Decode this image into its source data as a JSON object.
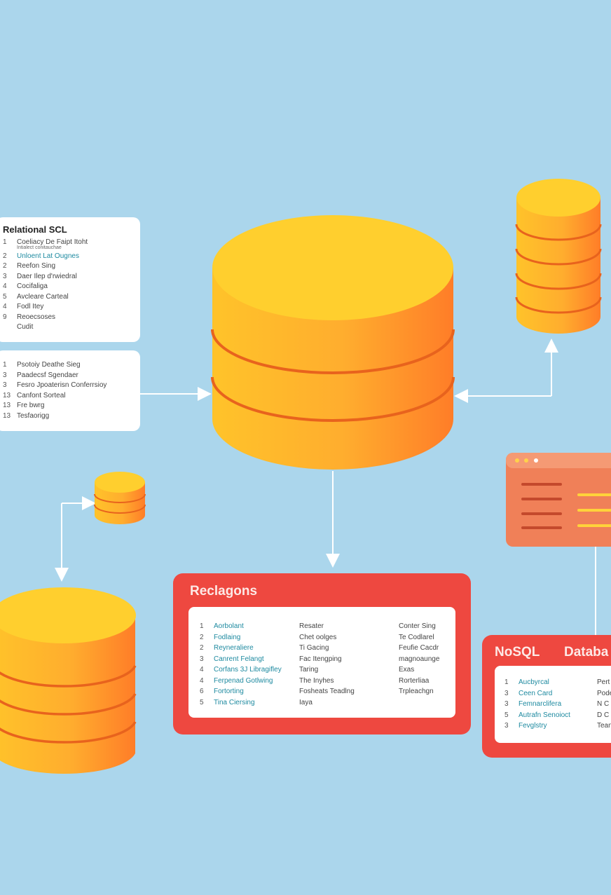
{
  "relational_panel": {
    "title": "Relational SCL",
    "items": [
      {
        "n": "1",
        "text": "Coeliacy De Faipt Itoht",
        "sub": "Intialect conitauchae"
      },
      {
        "n": "2",
        "text": "Unloent Lat Ougnes",
        "accent": true
      },
      {
        "n": "2",
        "text": "Reefon Sing"
      },
      {
        "n": "3",
        "text": "Daer Ilep d'rwiedral"
      },
      {
        "n": "4",
        "text": "Cocifaliga"
      },
      {
        "n": "5",
        "text": "Avcleare Carteal"
      },
      {
        "n": "4",
        "text": "Fodl Itey"
      },
      {
        "n": "9",
        "text": "Reoecsoses"
      },
      {
        "n": "",
        "text": "Cudit"
      }
    ]
  },
  "second_panel": {
    "items": [
      {
        "n": "1",
        "text": "Psotoiy Deathe Sieg"
      },
      {
        "n": "3",
        "text": "Paadecsf Sgendaer"
      },
      {
        "n": "3",
        "text": "Fesro Jpoaterisn Conferrsioy"
      },
      {
        "n": "13",
        "text": "Canfont Sorteal"
      },
      {
        "n": "13",
        "text": "Fre bwrg"
      },
      {
        "n": "13",
        "text": "Tesfaorigg"
      }
    ]
  },
  "reclagons": {
    "title": "Reclagons",
    "col1": [
      {
        "n": "1",
        "text": "Aorbolant"
      },
      {
        "n": "2",
        "text": "Fodlaing"
      },
      {
        "n": "2",
        "text": "Reyneraliere"
      },
      {
        "n": "3",
        "text": "Canrent Felangt"
      },
      {
        "n": "4",
        "text": "Corfans 3J Libragifley"
      },
      {
        "n": "4",
        "text": "Ferpenad Gotlwing"
      },
      {
        "n": "6",
        "text": "Fortorting"
      },
      {
        "n": "5",
        "text": "Tina Ciersing"
      }
    ],
    "col2": [
      "Resater",
      "Chet oolges",
      "Ti Gacing",
      "Fac Itengping",
      "Taring",
      "The Inyhes",
      "Fosheats Teadlng",
      "Iaya"
    ],
    "col3": [
      "Conter Sing",
      "Te Codlarel",
      "Feufie Cacdr",
      "magnoaunge",
      "Exas",
      "Rorterliaa",
      "Trpleachgn"
    ]
  },
  "nosql": {
    "title": "NoSQL",
    "title2": "Databa",
    "col1": [
      {
        "n": "1",
        "text": "Aucbyrcal"
      },
      {
        "n": "3",
        "text": "Ceen Card"
      },
      {
        "n": "3",
        "text": "Femnarclifera"
      },
      {
        "n": "5",
        "text": "Autrafn Senoioct"
      },
      {
        "n": "3",
        "text": "Fevglstry"
      }
    ],
    "col2": [
      "Pert",
      "Pode",
      "N C",
      "D C",
      "Tean"
    ]
  },
  "colors": {
    "background": "#abd6ec",
    "cylinder_light": "#ffc82e",
    "cylinder_dark": "#ff8a2a",
    "card_red": "#ee4840",
    "accent_teal": "#1e8aa0"
  }
}
